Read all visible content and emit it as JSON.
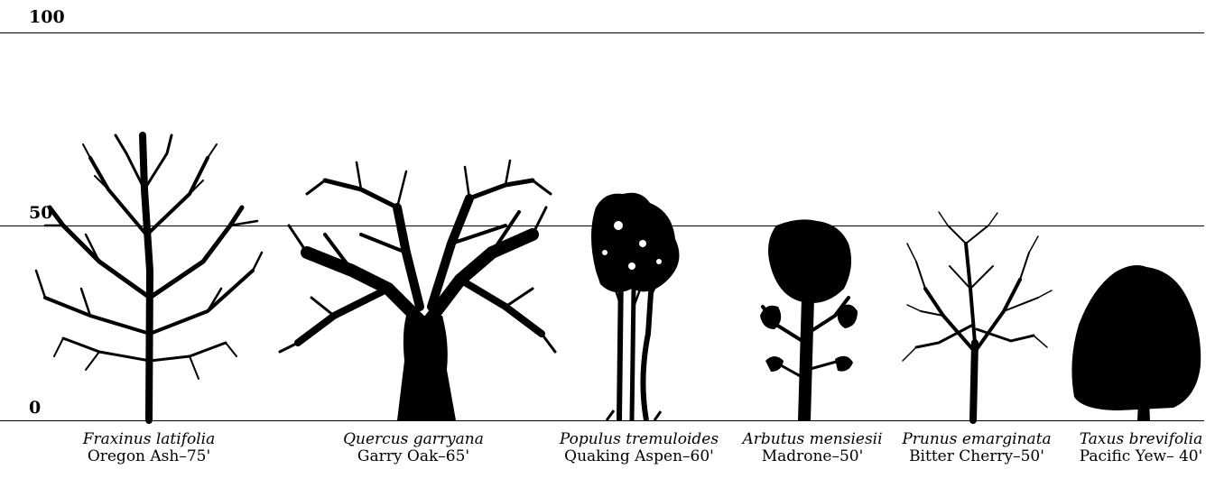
{
  "scale": {
    "labels": {
      "top": "100",
      "middle": "50",
      "bottom": "0"
    }
  },
  "trees": [
    {
      "scientific": "Fraxinus latifolia",
      "common": "Oregon Ash–75'",
      "form": "branchy-open"
    },
    {
      "scientific": "Quercus garryana",
      "common": "Garry Oak–65'",
      "form": "broad-spreading"
    },
    {
      "scientific": "Populus tremuloides",
      "common": "Quaking Aspen–60'",
      "form": "slender-grove"
    },
    {
      "scientific": "Arbutus mensiesii",
      "common": "Madrone–50'",
      "form": "irregular-leafy"
    },
    {
      "scientific": "Prunus emarginata",
      "common": "Bitter Cherry–50'",
      "form": "fine-twigged"
    },
    {
      "scientific": "Taxus brevifolia",
      "common": "Pacific Yew– 40'",
      "form": "dense-conical"
    }
  ]
}
